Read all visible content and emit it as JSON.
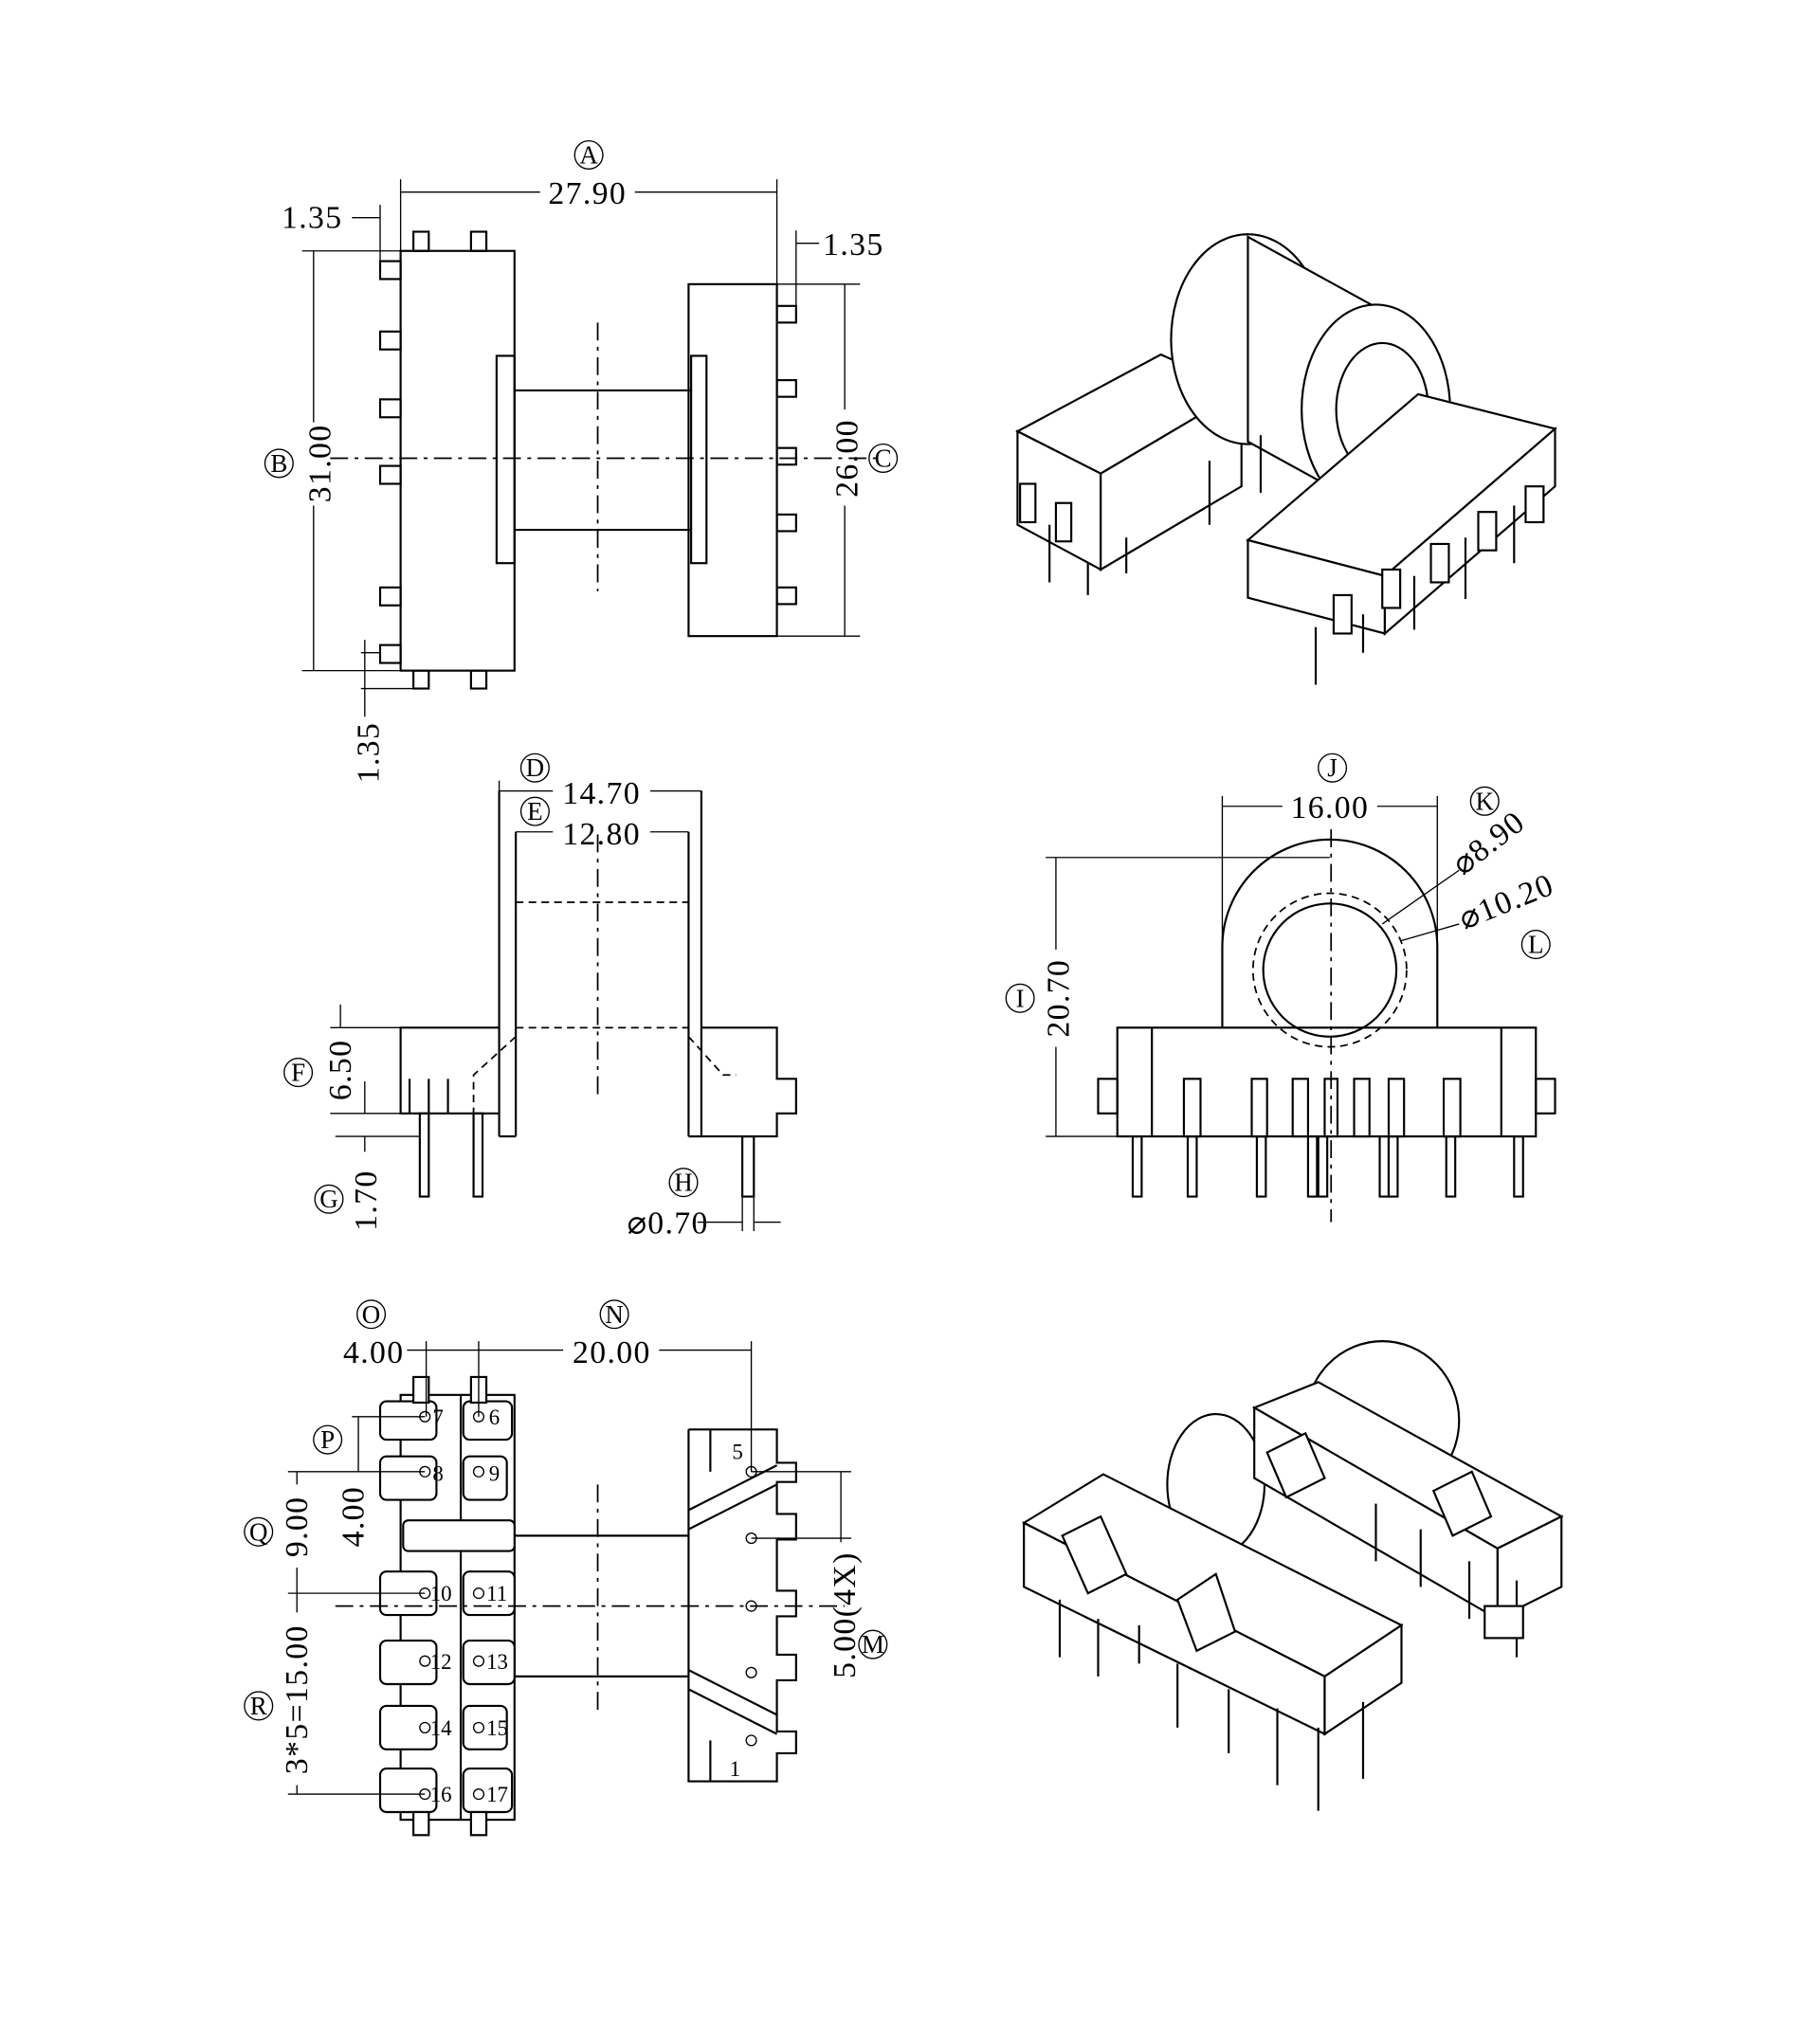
{
  "top_view": {
    "labels": {
      "A": "A",
      "B": "B",
      "C": "C"
    },
    "dims": {
      "overall_length": "27.90",
      "offset_top_left": "1.35",
      "offset_top_right": "1.35",
      "offset_bottom": "1.35",
      "height_left": "31.00",
      "height_right": "26.00"
    }
  },
  "side_view": {
    "labels": {
      "D": "D",
      "E": "E",
      "F": "F",
      "G": "G",
      "H": "H"
    },
    "dims": {
      "outer_width": "14.70",
      "inner_width": "12.80",
      "base_height": "6.50",
      "pin_offset": "1.70",
      "pin_diameter": "⌀0.70"
    }
  },
  "front_view": {
    "labels": {
      "I": "I",
      "J": "J",
      "K": "K",
      "L": "L"
    },
    "dims": {
      "width": "16.00",
      "height": "20.70",
      "inner_diameter": "⌀8.90",
      "outer_diameter": "⌀10.20"
    }
  },
  "bottom_view": {
    "labels": {
      "M": "M",
      "N": "N",
      "O": "O",
      "P": "P",
      "Q": "Q",
      "R": "R"
    },
    "dims": {
      "row_pitch": "4.00",
      "row_span": "20.00",
      "pin_gap": "4.00",
      "offset": "9.00",
      "pitch_total": "3*5=15.00",
      "right_pitch": "5.00(4X)"
    },
    "pins_left": [
      "7",
      "6",
      "8",
      "9",
      "10",
      "11",
      "12",
      "13",
      "14",
      "15",
      "16",
      "17"
    ],
    "pins_right": [
      "5",
      "1"
    ]
  }
}
